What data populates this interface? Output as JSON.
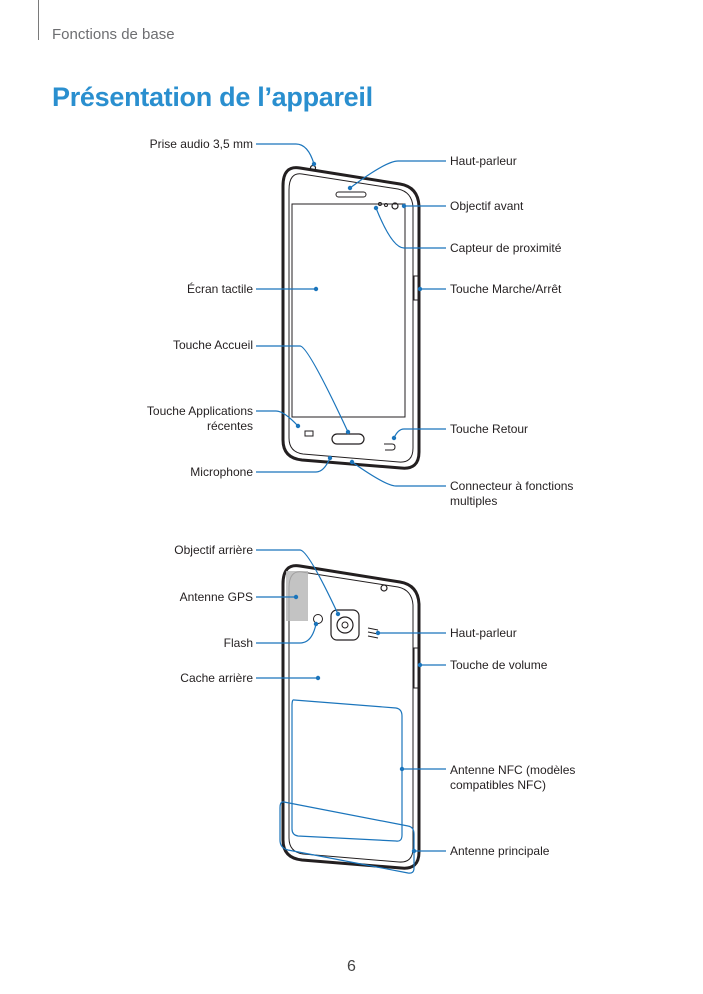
{
  "header": {
    "section": "Fonctions de base"
  },
  "title": "Présentation de l’appareil",
  "front_labels": {
    "audio_jack": "Prise audio 3,5 mm",
    "speaker": "Haut-parleur",
    "front_camera": "Objectif avant",
    "proximity_sensor": "Capteur de proximité",
    "touchscreen": "Écran tactile",
    "power_key": "Touche Marche/Arrêt",
    "home_key": "Touche Accueil",
    "recent_apps_key_line1": "Touche Applications",
    "recent_apps_key_line2": "récentes",
    "back_key": "Touche Retour",
    "microphone": "Microphone",
    "multipurpose_jack_line1": "Connecteur à fonctions",
    "multipurpose_jack_line2": "multiples"
  },
  "back_labels": {
    "rear_camera": "Objectif arrière",
    "gps_antenna": "Antenne GPS",
    "flash": "Flash",
    "back_cover": "Cache arrière",
    "speaker": "Haut-parleur",
    "volume_key": "Touche de volume",
    "nfc_antenna_line1": "Antenne NFC (modèles",
    "nfc_antenna_line2": "compatibles NFC)",
    "main_antenna": "Antenne principale"
  },
  "colors": {
    "accent": "#2a8fcf",
    "callout": "#1b75bc",
    "text": "#231f20",
    "device_line": "#231f20"
  },
  "page_number": "6"
}
